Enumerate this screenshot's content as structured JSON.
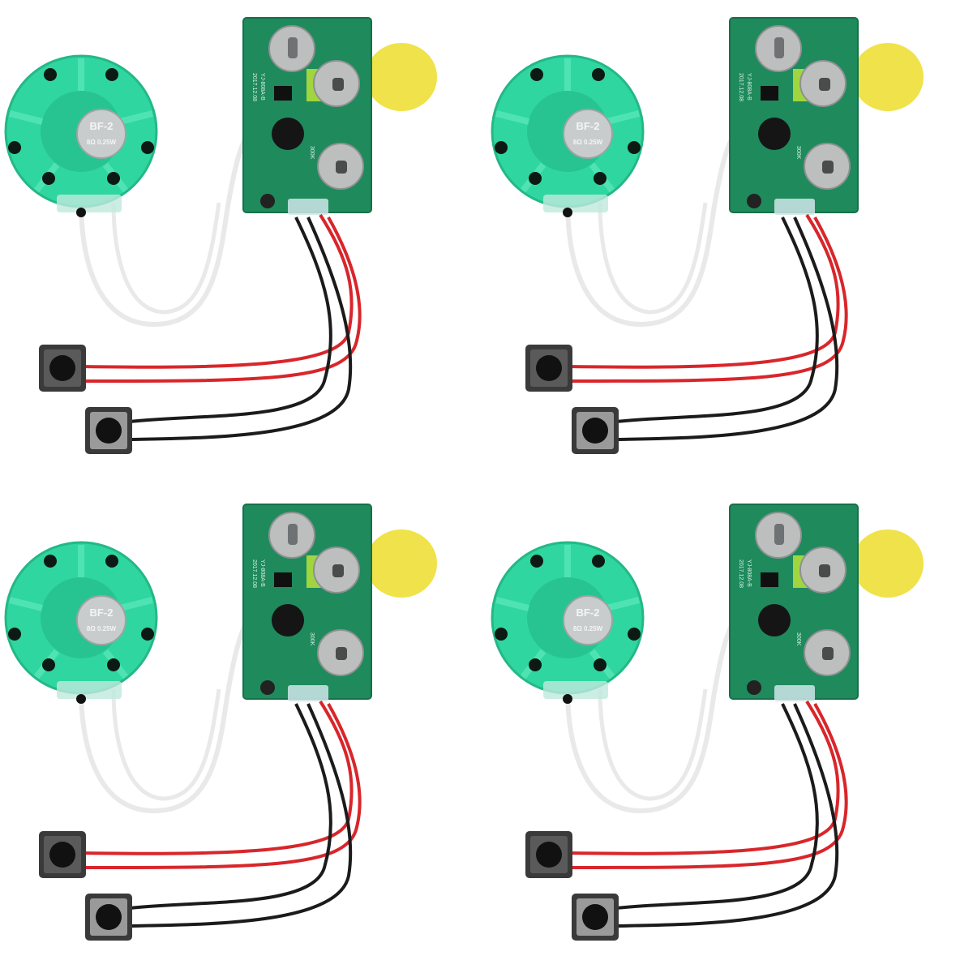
{
  "image": {
    "description": "Product photo: four identical recordable sound module kits on white background",
    "layout": {
      "rows": 2,
      "cols": 2
    },
    "background": "#ffffff"
  },
  "kits": [
    {
      "position": "top-left"
    },
    {
      "position": "top-right"
    },
    {
      "position": "bottom-left"
    },
    {
      "position": "bottom-right"
    }
  ],
  "speaker": {
    "model": "BF-2",
    "spec": "8Ω 0.25W",
    "housing_color": "#2fd6a0",
    "cap_color": "#c9cccd"
  },
  "pcb": {
    "color": "#1f8a5c",
    "silkscreen_text": [
      "2017.12.08",
      "YJ-808A-B",
      "300K"
    ],
    "battery_count": 3,
    "led_color": "#b9e23a"
  },
  "trigger_pad": {
    "color": "#f0e24a"
  },
  "wires": {
    "speaker": "#f2f2f2",
    "red": "#d8262b",
    "black": "#1b1b1b"
  },
  "buttons": {
    "count_per_kit": 2,
    "body_color": "#3a3a3a",
    "cap_color": "#111111"
  }
}
